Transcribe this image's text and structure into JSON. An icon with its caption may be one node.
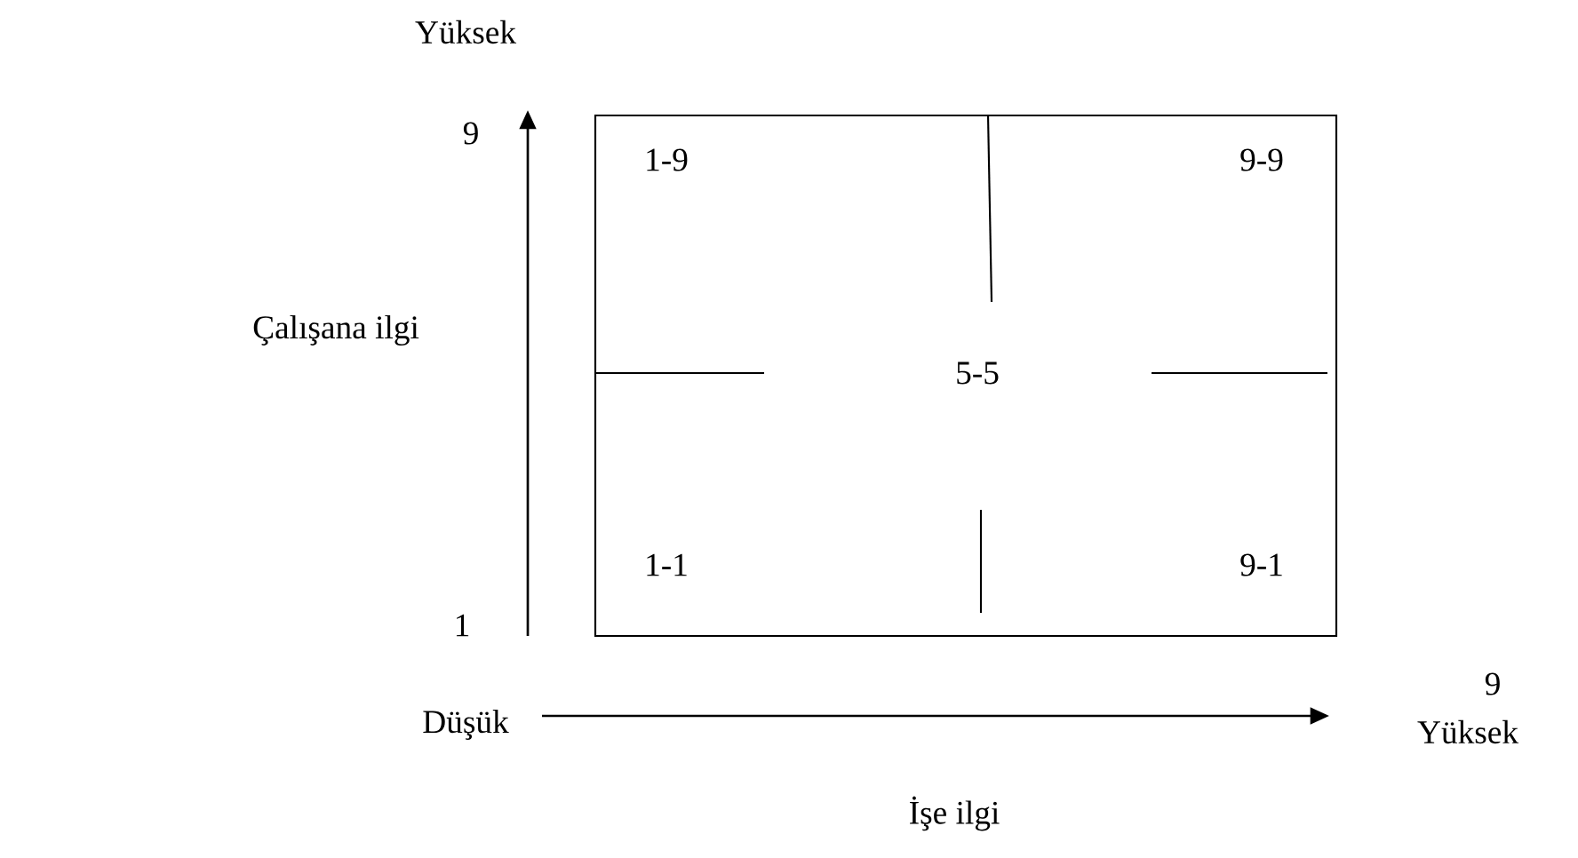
{
  "diagram": {
    "nodes": [
      {
        "text": [
          "1-9",
          "9-9",
          "5-5",
          "1-1",
          "9-1"
        ]
      }
    ],
    "labels": [
      "Yüksek",
      "9",
      "Çalışana ilgi",
      "1",
      "9",
      "Düşük",
      "Yüksek",
      "İşe ilgi"
    ]
  }
}
